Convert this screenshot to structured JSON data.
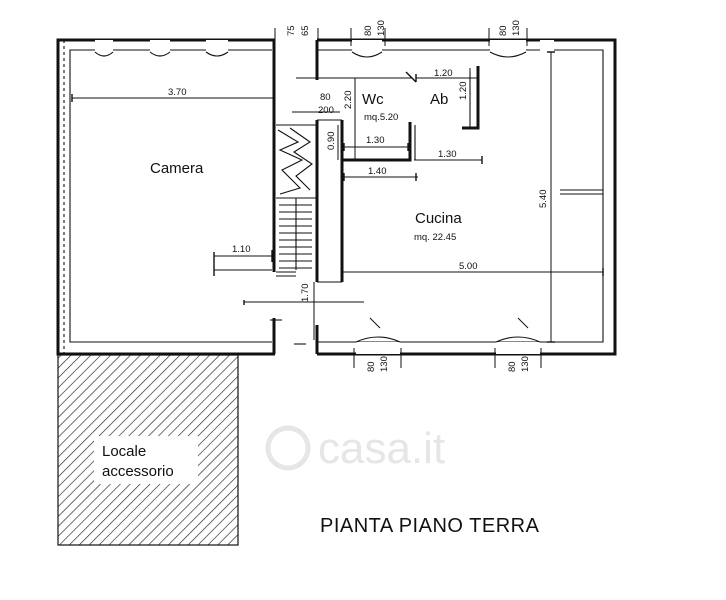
{
  "title": "PIANTA PIANO TERRA",
  "watermark": "casa.it",
  "rooms": {
    "camera": {
      "name": "Camera"
    },
    "wc": {
      "name": "Wc",
      "area": "mq.5.20"
    },
    "ab": {
      "name": "Ab"
    },
    "cucina": {
      "name": "Cucina",
      "area": "mq. 22.45"
    },
    "locale": {
      "line1": "Locale",
      "line2": "accessorio"
    }
  },
  "dimensions": {
    "camera_width": "3.70",
    "camera_door": "1.10",
    "stair_width": "1.70",
    "stair_top_a": "75",
    "stair_top_b": "65",
    "stair_80": "80",
    "stair_200": "200",
    "wc_height": "2.20",
    "wc_130": "1.30",
    "wc_140": "1.40",
    "wc_090": "0.90",
    "ab_120w": "1.20",
    "ab_120h": "1.20",
    "ab_130": "1.30",
    "cucina_width": "5.00",
    "cucina_height": "5.40",
    "win_top_1a": "80",
    "win_top_1b": "130",
    "win_top_2a": "80",
    "win_top_2b": "130",
    "win_bot_1a": "80",
    "win_bot_1b": "130",
    "win_bot_2a": "80",
    "win_bot_2b": "130"
  }
}
